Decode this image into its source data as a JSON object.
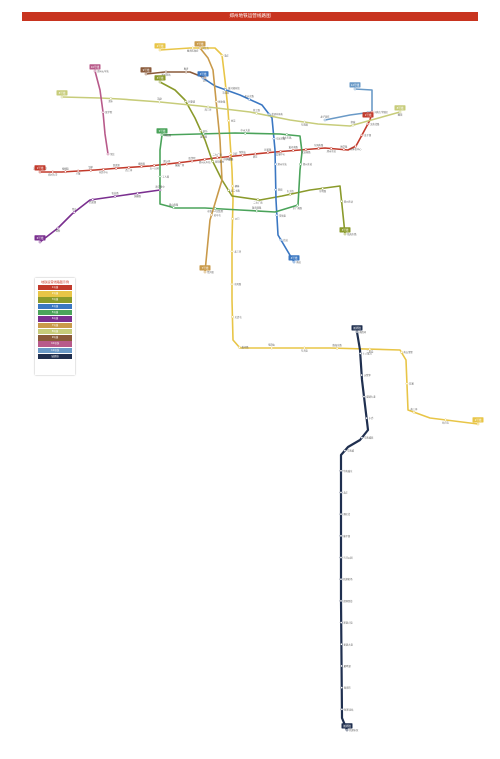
{
  "header": {
    "title": "郑州地铁运营线路图"
  },
  "legend": {
    "title": "地铁运营线路图示例",
    "items": [
      {
        "label": "1号线",
        "color": "#c23a2b"
      },
      {
        "label": "2号线",
        "color": "#e8c547"
      },
      {
        "label": "3号线",
        "color": "#8a9a2b"
      },
      {
        "label": "4号线",
        "color": "#3a77c2"
      },
      {
        "label": "5号线",
        "color": "#4aa35a"
      },
      {
        "label": "6号线",
        "color": "#7a2f8f"
      },
      {
        "label": "7号线",
        "color": "#c99a4a"
      },
      {
        "label": "8号线",
        "color": "#c7cc7a"
      },
      {
        "label": "9号线",
        "color": "#8a5a3a"
      },
      {
        "label": "10号线",
        "color": "#b85a8a"
      },
      {
        "label": "12号线",
        "color": "#6a9ac7"
      },
      {
        "label": "城郊线",
        "color": "#1f2f4f"
      }
    ]
  },
  "lines": [
    {
      "id": "line1",
      "name": "1号线",
      "color": "#c23a2b",
      "stations": [
        "河南工业大学",
        "郑州大学",
        "梧桐街",
        "兰寨",
        "铁炉",
        "市民中心",
        "西流湖",
        "西三环",
        "秦岭路",
        "五一公园",
        "碧沙岗",
        "绿城广场",
        "医学院",
        "郑州火车站",
        "二七广场",
        "人民路",
        "紫荆山",
        "燕庄",
        "民航路",
        "会展中心",
        "黄河南路",
        "农业南路",
        "东风南路",
        "郑州东站",
        "博学路",
        "市体育中心",
        "龙子湖",
        "文苑北路",
        "河南大学新区"
      ]
    },
    {
      "id": "line2",
      "name": "2号线",
      "color": "#e8c547",
      "stations": [
        "贾河",
        "惠济区政府",
        "毛庄",
        "黄河迎宾馆",
        "金洼",
        "刘庄",
        "柳林",
        "沙门",
        "北三环",
        "东风路",
        "关虎屯",
        "黄河路",
        "紫荆山",
        "东大街",
        "陇海东路",
        "二里岗",
        "南五里堡",
        "花寨",
        "南三环",
        "站马屯",
        "南四环"
      ]
    },
    {
      "id": "line3",
      "name": "3号线",
      "color": "#8a9a2b",
      "stations": [
        "省体育中心",
        "兴隆铺",
        "同乐",
        "南阳新村",
        "北二七路",
        "二七广场",
        "东大街",
        "东明路",
        "郑州东站",
        "航海东路"
      ]
    },
    {
      "id": "line4",
      "name": "4号线",
      "color": "#3a77c2",
      "stations": [
        "老鸦陈",
        "丰庆路",
        "金水东路",
        "龙湖中环南",
        "东风东路",
        "郑州东站",
        "陈砦",
        "货站街",
        "北站",
        "南站"
      ]
    },
    {
      "id": "line5",
      "name": "5号线",
      "color": "#4aa35a",
      "stations": [
        "沙门",
        "黄河路",
        "中州大道",
        "金水东路",
        "郑州东站",
        "京广南路",
        "陇海西路",
        "市第一人民医院",
        "嵩山南路",
        "工人路",
        "桐柏路"
      ]
    },
    {
      "id": "line6",
      "name": "6号线",
      "color": "#7a2f8f",
      "stations": [
        "贾峪",
        "双桥",
        "常庄",
        "西流湖",
        "农业路",
        "国基路",
        "清华附中"
      ]
    },
    {
      "id": "line7",
      "name": "7号线",
      "color": "#c99a4a",
      "stations": [
        "河工大",
        "杨金路",
        "中原福塔",
        "站马屯",
        "经开区"
      ]
    },
    {
      "id": "line8",
      "name": "8号线",
      "color": "#c7cc7a",
      "stations": [
        "天健湖",
        "须水",
        "沟赵",
        "西三环",
        "化工路",
        "东风路",
        "祭城",
        "圃田"
      ]
    },
    {
      "id": "line9",
      "name": "9号线",
      "color": "#8a5a3a",
      "stations": [
        "河工大",
        "郑州西站",
        "惠济",
        "沙门"
      ]
    },
    {
      "id": "line10",
      "name": "10号线",
      "color": "#b85a8a",
      "stations": [
        "郑州火车站",
        "医学院",
        "常庄"
      ]
    },
    {
      "id": "line12",
      "name": "12号线",
      "color": "#6a9ac7",
      "stations": [
        "龙子湖东",
        "龙湖",
        "郑东新区"
      ]
    },
    {
      "id": "lineCJ",
      "name": "城郊线",
      "color": "#1f2f4f",
      "stations": [
        "南四环",
        "十八里河",
        "沙窝李",
        "双湖大道",
        "小乔",
        "华南城西",
        "华南城",
        "华南城东",
        "孟庄",
        "港区北",
        "康平湖",
        "兰河公园",
        "新郑机场",
        "郑港四街",
        "郑港六街",
        "新港大道",
        "雁鸣湖",
        "新郑市",
        "新郑北站",
        "新郑市区"
      ]
    }
  ]
}
